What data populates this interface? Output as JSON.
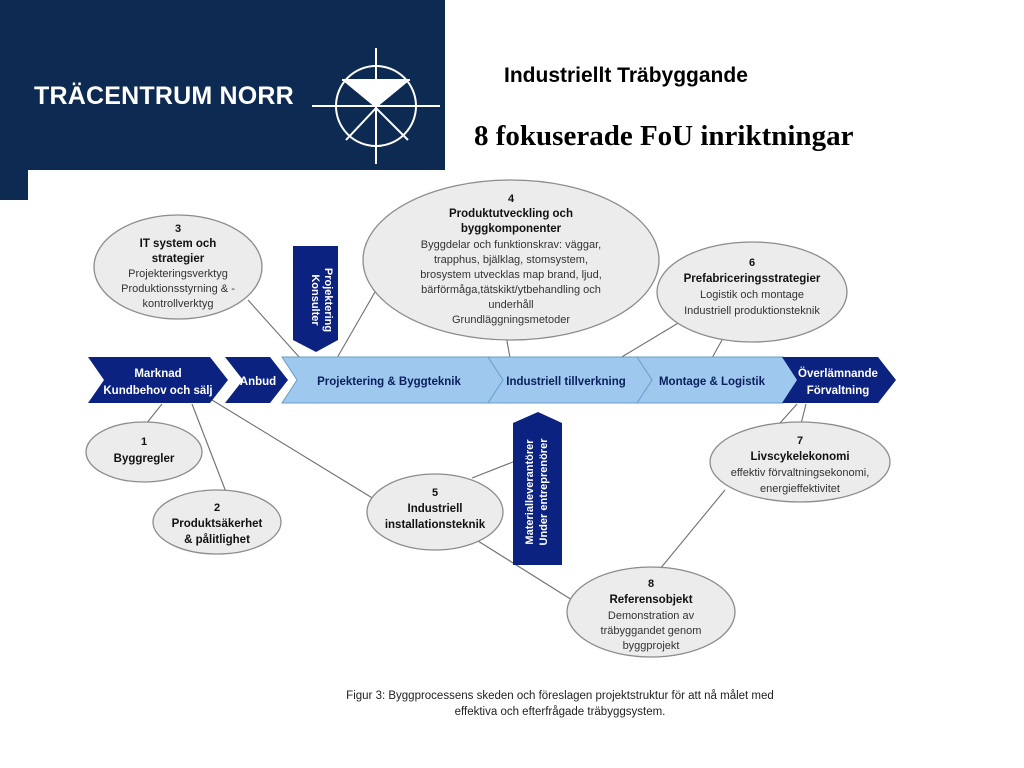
{
  "brand": {
    "name": "TRÄCENTRUM NORR",
    "logo_icon": "tracentrum-logo-icon"
  },
  "header": {
    "title": "Industriellt Träbyggande",
    "subtitle": "8 fokuserade FoU inriktningar"
  },
  "colors": {
    "navy": "#0d2a52",
    "process_dark": "#0b2280",
    "process_light": "#9ec8ee",
    "ellipse_fill": "#ececec"
  },
  "process_chain": [
    {
      "id": "marknad",
      "lines": [
        "Marknad",
        "Kundbehov och sälj"
      ],
      "style": "dark"
    },
    {
      "id": "anbud",
      "lines": [
        "Anbud"
      ],
      "style": "dark"
    },
    {
      "id": "projektering",
      "lines": [
        "Projektering & Byggteknik"
      ],
      "style": "light"
    },
    {
      "id": "tillverkning",
      "lines": [
        "Industriell tillverkning"
      ],
      "style": "light"
    },
    {
      "id": "montage",
      "lines": [
        "Montage & Logistik"
      ],
      "style": "light"
    },
    {
      "id": "overlamnande",
      "lines": [
        "Överlämnande",
        "Förvaltning"
      ],
      "style": "dark"
    }
  ],
  "vertical_labels": [
    {
      "id": "konsulter",
      "lines": [
        "Konsulter",
        "Projektering"
      ]
    },
    {
      "id": "materialleverantorer",
      "lines": [
        "Materialleverantörer",
        "Under entreprenörer"
      ]
    }
  ],
  "focus_areas": [
    {
      "number": "1",
      "title": [
        "Byggregler"
      ],
      "body": []
    },
    {
      "number": "2",
      "title": [
        "Produktsäkerhet",
        "& pålitlighet"
      ],
      "body": []
    },
    {
      "number": "3",
      "title": [
        "IT system och",
        "strategier"
      ],
      "body": [
        "Projekteringsverktyg",
        "Produktionsstyrning & -",
        "kontrollverktyg"
      ]
    },
    {
      "number": "4",
      "title": [
        "Produktutveckling och",
        "byggkomponenter"
      ],
      "body": [
        "Byggdelar och funktionskrav: väggar,",
        "trapphus, bjälklag, stomsystem,",
        "brosystem utvecklas map brand, ljud,",
        "bärförmåga,tätskikt/ytbehandling och",
        "underhåll",
        "Grundläggningsmetoder"
      ]
    },
    {
      "number": "5",
      "title": [
        "Industriell",
        "installationsteknik"
      ],
      "body": []
    },
    {
      "number": "6",
      "title": [
        "Prefabriceringsstrategier"
      ],
      "body": [
        "Logistik och montage",
        "Industriell produktionsteknik"
      ]
    },
    {
      "number": "7",
      "title": [
        "Livscykelekonomi"
      ],
      "body": [
        "effektiv förvaltningsekonomi,",
        "energieffektivitet"
      ]
    },
    {
      "number": "8",
      "title": [
        "Referensobjekt"
      ],
      "body": [
        "Demonstration av",
        "träbyggandet genom",
        "byggprojekt"
      ]
    }
  ],
  "caption": {
    "line1": "Figur 3: Byggprocessens skeden och föreslagen projektstruktur för att nå målet med",
    "line2": "effektiva och efterfrågade träbyggsystem."
  }
}
